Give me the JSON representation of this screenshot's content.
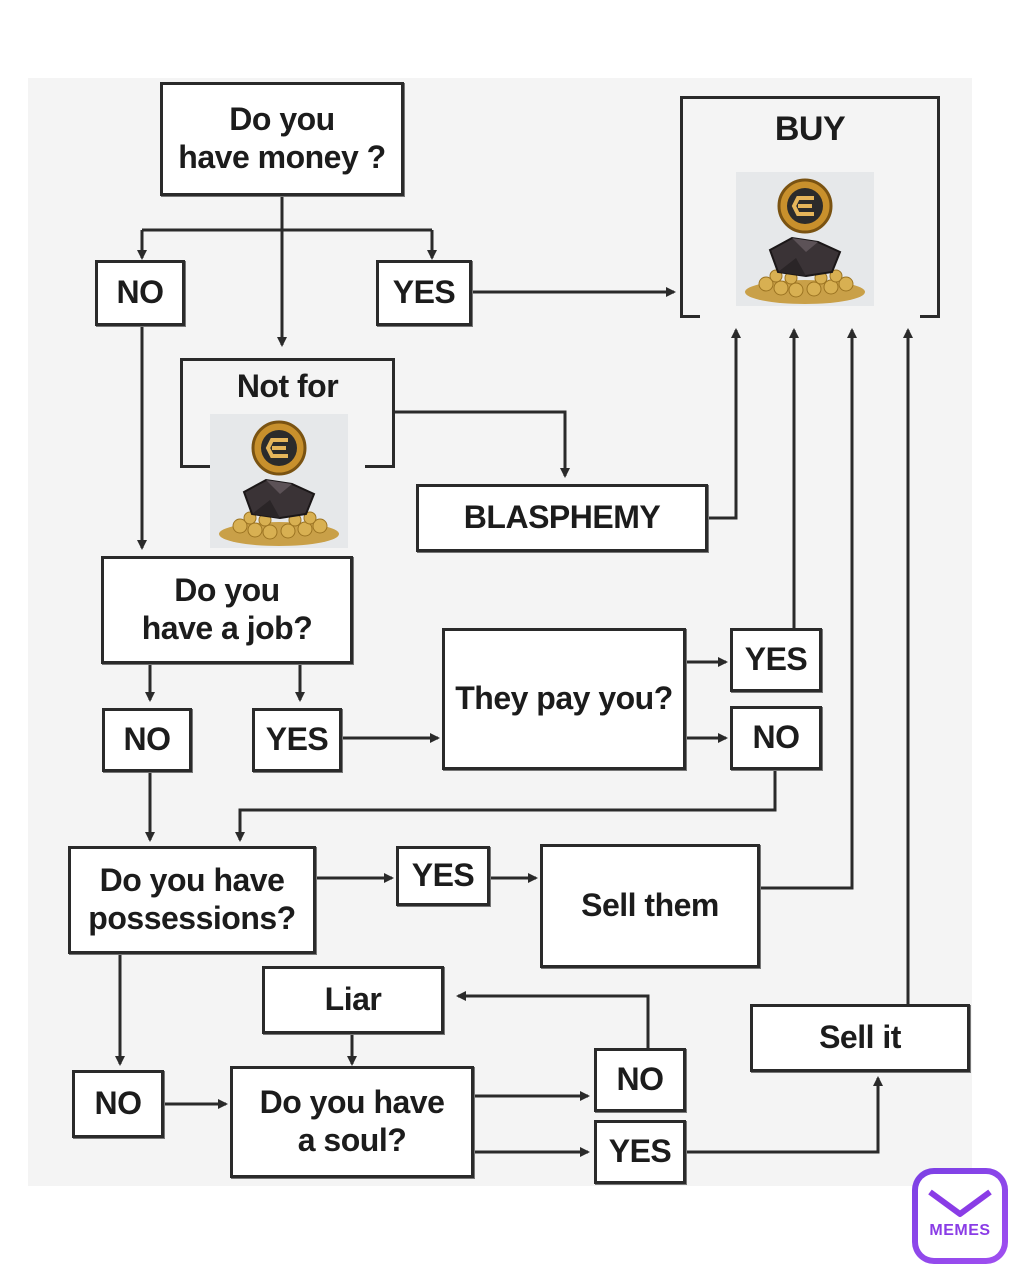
{
  "nodes": {
    "have_money": "Do you\nhave money ?",
    "no_money": "NO",
    "yes_money": "YES",
    "buy": "BUY",
    "not_for": "Not for",
    "blasphemy": "BLASPHEMY",
    "have_job": "Do you\nhave a job?",
    "no_job": "NO",
    "yes_job": "YES",
    "they_pay": "They pay you?",
    "yes_pay": "YES",
    "no_pay": "NO",
    "possessions": "Do you have\npossessions?",
    "yes_poss": "YES",
    "sell_them": "Sell them",
    "liar": "Liar",
    "no_poss": "NO",
    "have_soul": "Do you have\na soul?",
    "no_soul": "NO",
    "yes_soul": "YES",
    "sell_it": "Sell it"
  },
  "watermark": "MEMES",
  "icons": [
    "coin-logo-icon",
    "gold-treasure-icon",
    "memes-app-icon"
  ],
  "colors": {
    "line": "#2a2a2a",
    "box_fill": "#ffffff",
    "panel": "#f4f4f4",
    "coin_gold": "#c8902c",
    "brand_purple": "#8a3ce6"
  }
}
